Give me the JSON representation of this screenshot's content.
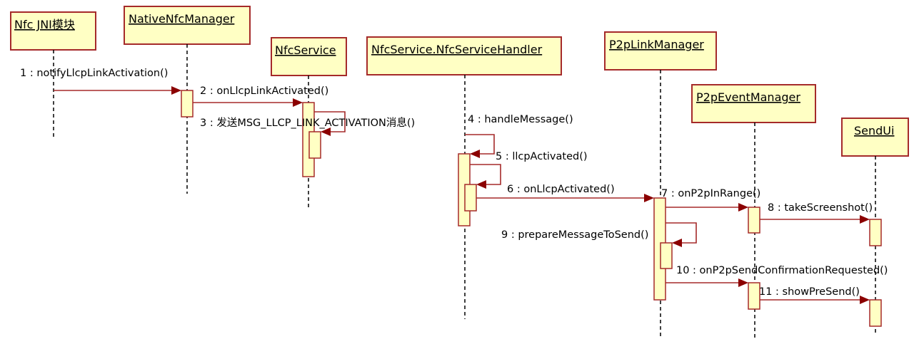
{
  "diagram": {
    "type": "uml-sequence-diagram",
    "colors": {
      "object_fill": "#ffffc4",
      "object_border": "#a52a2a",
      "message_line": "#a52a2a",
      "arrowhead": "#8b0000",
      "text": "#000000"
    },
    "objects": [
      {
        "id": "jni",
        "label": "Nfc JNI模块"
      },
      {
        "id": "native",
        "label": "NativeNfcManager"
      },
      {
        "id": "service",
        "label": "NfcService"
      },
      {
        "id": "handler",
        "label": "NfcService.NfcServiceHandler"
      },
      {
        "id": "link",
        "label": "P2pLinkManager"
      },
      {
        "id": "event",
        "label": "P2pEventManager"
      },
      {
        "id": "sendui",
        "label": "SendUi"
      }
    ],
    "messages": [
      {
        "seq": 1,
        "label": "1 : notifyLlcpLinkActivation()",
        "from": "jni",
        "to": "native"
      },
      {
        "seq": 2,
        "label": "2 : onLlcpLinkActivated()",
        "from": "native",
        "to": "service"
      },
      {
        "seq": 3,
        "label": "3 : 发送MSG_LLCP_LINK_ACTIVATION消息()",
        "from": "service",
        "to": "service"
      },
      {
        "seq": 4,
        "label": "4 : handleMessage()",
        "from": "handler",
        "to": "handler"
      },
      {
        "seq": 5,
        "label": "5 : llcpActivated()",
        "from": "handler",
        "to": "handler"
      },
      {
        "seq": 6,
        "label": "6 : onLlcpActivated()",
        "from": "handler",
        "to": "link"
      },
      {
        "seq": 7,
        "label": "7 : onP2pInRange()",
        "from": "link",
        "to": "event"
      },
      {
        "seq": 8,
        "label": "8 : takeScreenshot()",
        "from": "event",
        "to": "sendui"
      },
      {
        "seq": 9,
        "label": "9 : prepareMessageToSend()",
        "from": "link",
        "to": "link"
      },
      {
        "seq": 10,
        "label": "10 : onP2pSendConfirmationRequested()",
        "from": "link",
        "to": "event"
      },
      {
        "seq": 11,
        "label": "11 : showPreSend()",
        "from": "event",
        "to": "sendui"
      }
    ]
  }
}
